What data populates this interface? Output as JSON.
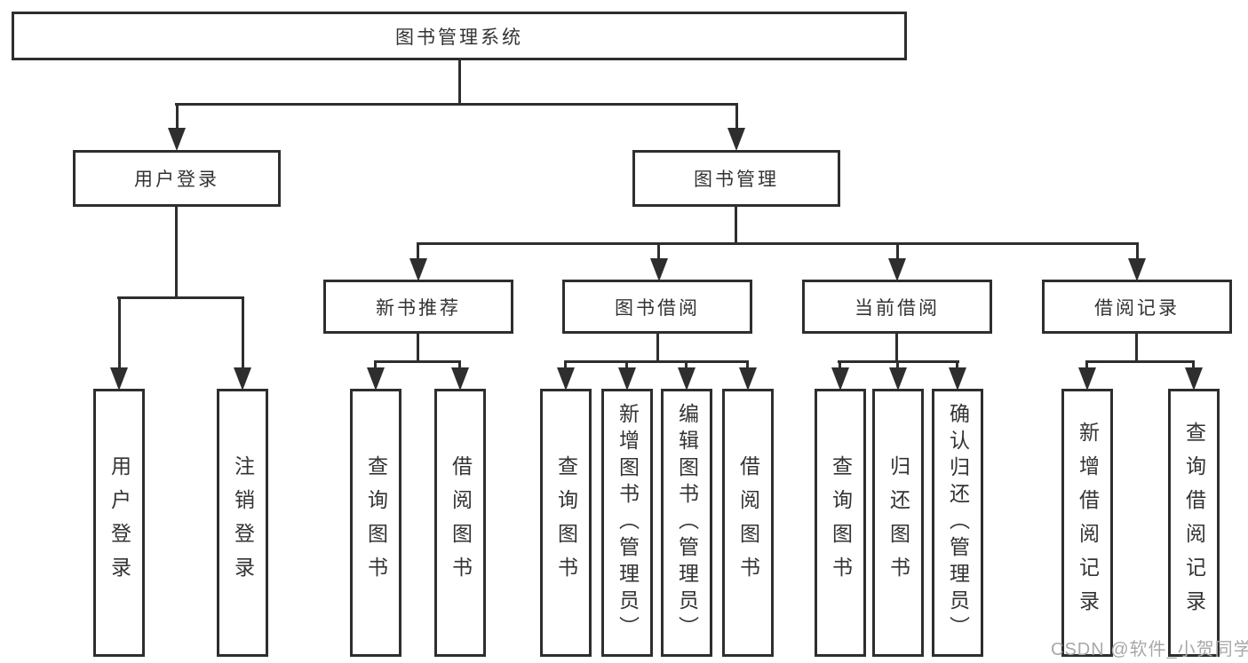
{
  "diagram": {
    "root": "图书管理系统",
    "level2": {
      "user_login": "用户登录",
      "book_mgmt": "图书管理"
    },
    "level3": {
      "new_books": "新书推荐",
      "book_borrow": "图书借阅",
      "current_borrow": "当前借阅",
      "borrow_records": "借阅记录"
    },
    "leaves": {
      "user_login": [
        "用户登录",
        "注销登录"
      ],
      "new_books": [
        "查询图书",
        "借阅图书"
      ],
      "book_borrow": [
        "查询图书",
        "新增图书（管理员）",
        "编辑图书（管理员）",
        "借阅图书"
      ],
      "current_borrow": [
        "查询图书",
        "归还图书",
        "确认归还（管理员）"
      ],
      "borrow_records": [
        "新增借阅记录",
        "查询借阅记录"
      ]
    }
  },
  "watermark": {
    "text": "CSDN @软件_小贺同学",
    "color": "#a8a8a8"
  },
  "colors": {
    "line": "#2e2e2e",
    "text": "#333333",
    "background": "#ffffff"
  }
}
